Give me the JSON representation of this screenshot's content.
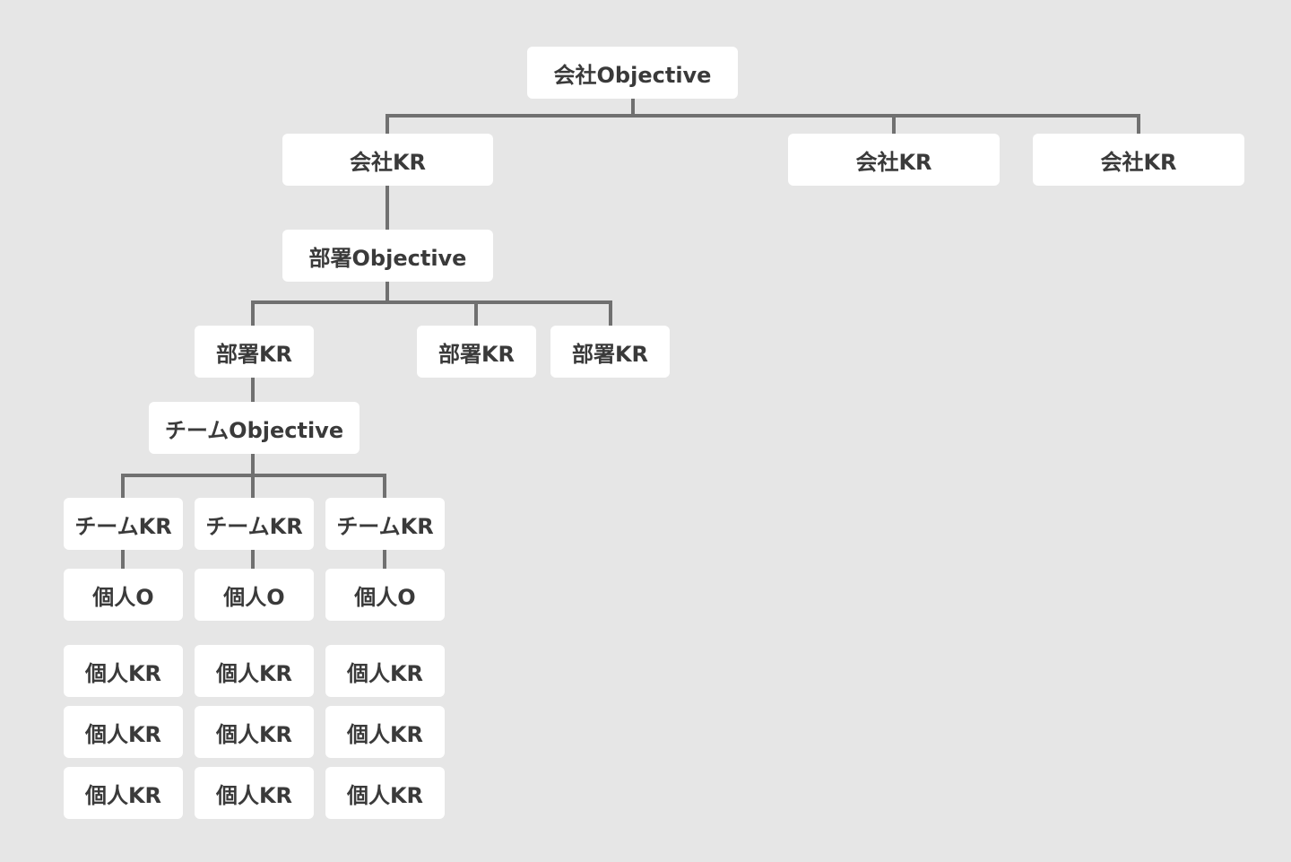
{
  "colors": {
    "background": "#e6e6e6",
    "node_fill": "#ffffff",
    "node_text": "#3a3a3a",
    "connector": "#707070"
  },
  "company": {
    "objective": "会社Objective",
    "krs": [
      "会社KR",
      "会社KR",
      "会社KR"
    ]
  },
  "department": {
    "objective": "部署Objective",
    "krs": [
      "部署KR",
      "部署KR",
      "部署KR"
    ]
  },
  "team": {
    "objective": "チームObjective",
    "krs": [
      "チームKR",
      "チームKR",
      "チームKR"
    ]
  },
  "individual": {
    "objectives": [
      "個人O",
      "個人O",
      "個人O"
    ],
    "krs": [
      [
        "個人KR",
        "個人KR",
        "個人KR"
      ],
      [
        "個人KR",
        "個人KR",
        "個人KR"
      ],
      [
        "個人KR",
        "個人KR",
        "個人KR"
      ]
    ]
  }
}
